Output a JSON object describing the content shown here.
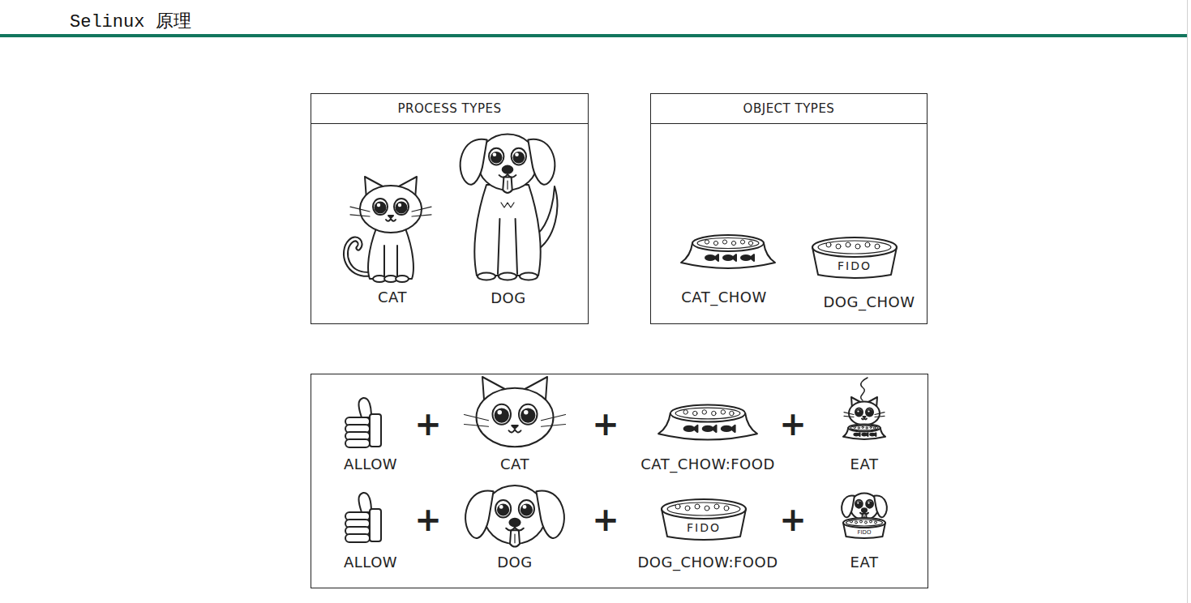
{
  "diagram": {
    "title": "Selinux 原理",
    "nodes": [
      {
        "text": [
          "PROCESS TYPES"
        ]
      },
      {
        "text": [
          "OBJECT TYPES"
        ]
      }
    ],
    "labels": [
      "CAT",
      "DOG",
      "CAT_CHOW",
      "FIDO",
      "DOG_CHOW",
      "ALLOW",
      "+",
      "CAT",
      "+",
      "CAT_CHOW:FOOD",
      "+",
      "EAT",
      "ALLOW",
      "+",
      "DOG",
      "+",
      "FIDO",
      "DOG_CHOW:FOOD",
      "+",
      "FIDO",
      "EAT"
    ]
  }
}
